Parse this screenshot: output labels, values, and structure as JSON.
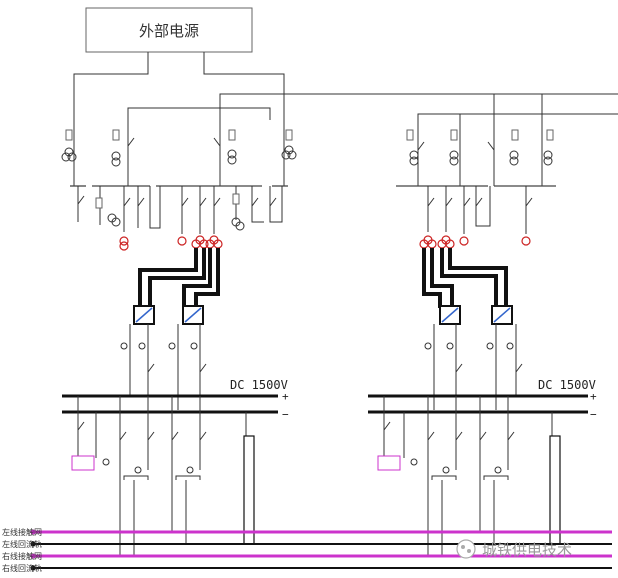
{
  "source": {
    "label": "外部电源"
  },
  "dc_buses": [
    {
      "voltage_label": "DC 1500V",
      "plus": "+",
      "minus": "−"
    },
    {
      "voltage_label": "DC 1500V",
      "plus": "+",
      "minus": "−"
    }
  ],
  "lines": [
    {
      "label": "左线接触网",
      "color": "#cc33cc"
    },
    {
      "label": "左线回流轨",
      "color": "#111111"
    },
    {
      "label": "右线接触网",
      "color": "#cc33cc"
    },
    {
      "label": "右线回流轨",
      "color": "#111111"
    }
  ],
  "watermark": {
    "text": "城铁供电技术"
  },
  "colors": {
    "transformer": "#cc2222",
    "overhead": "#cc33cc",
    "rectifier_box": "#3366cc"
  }
}
